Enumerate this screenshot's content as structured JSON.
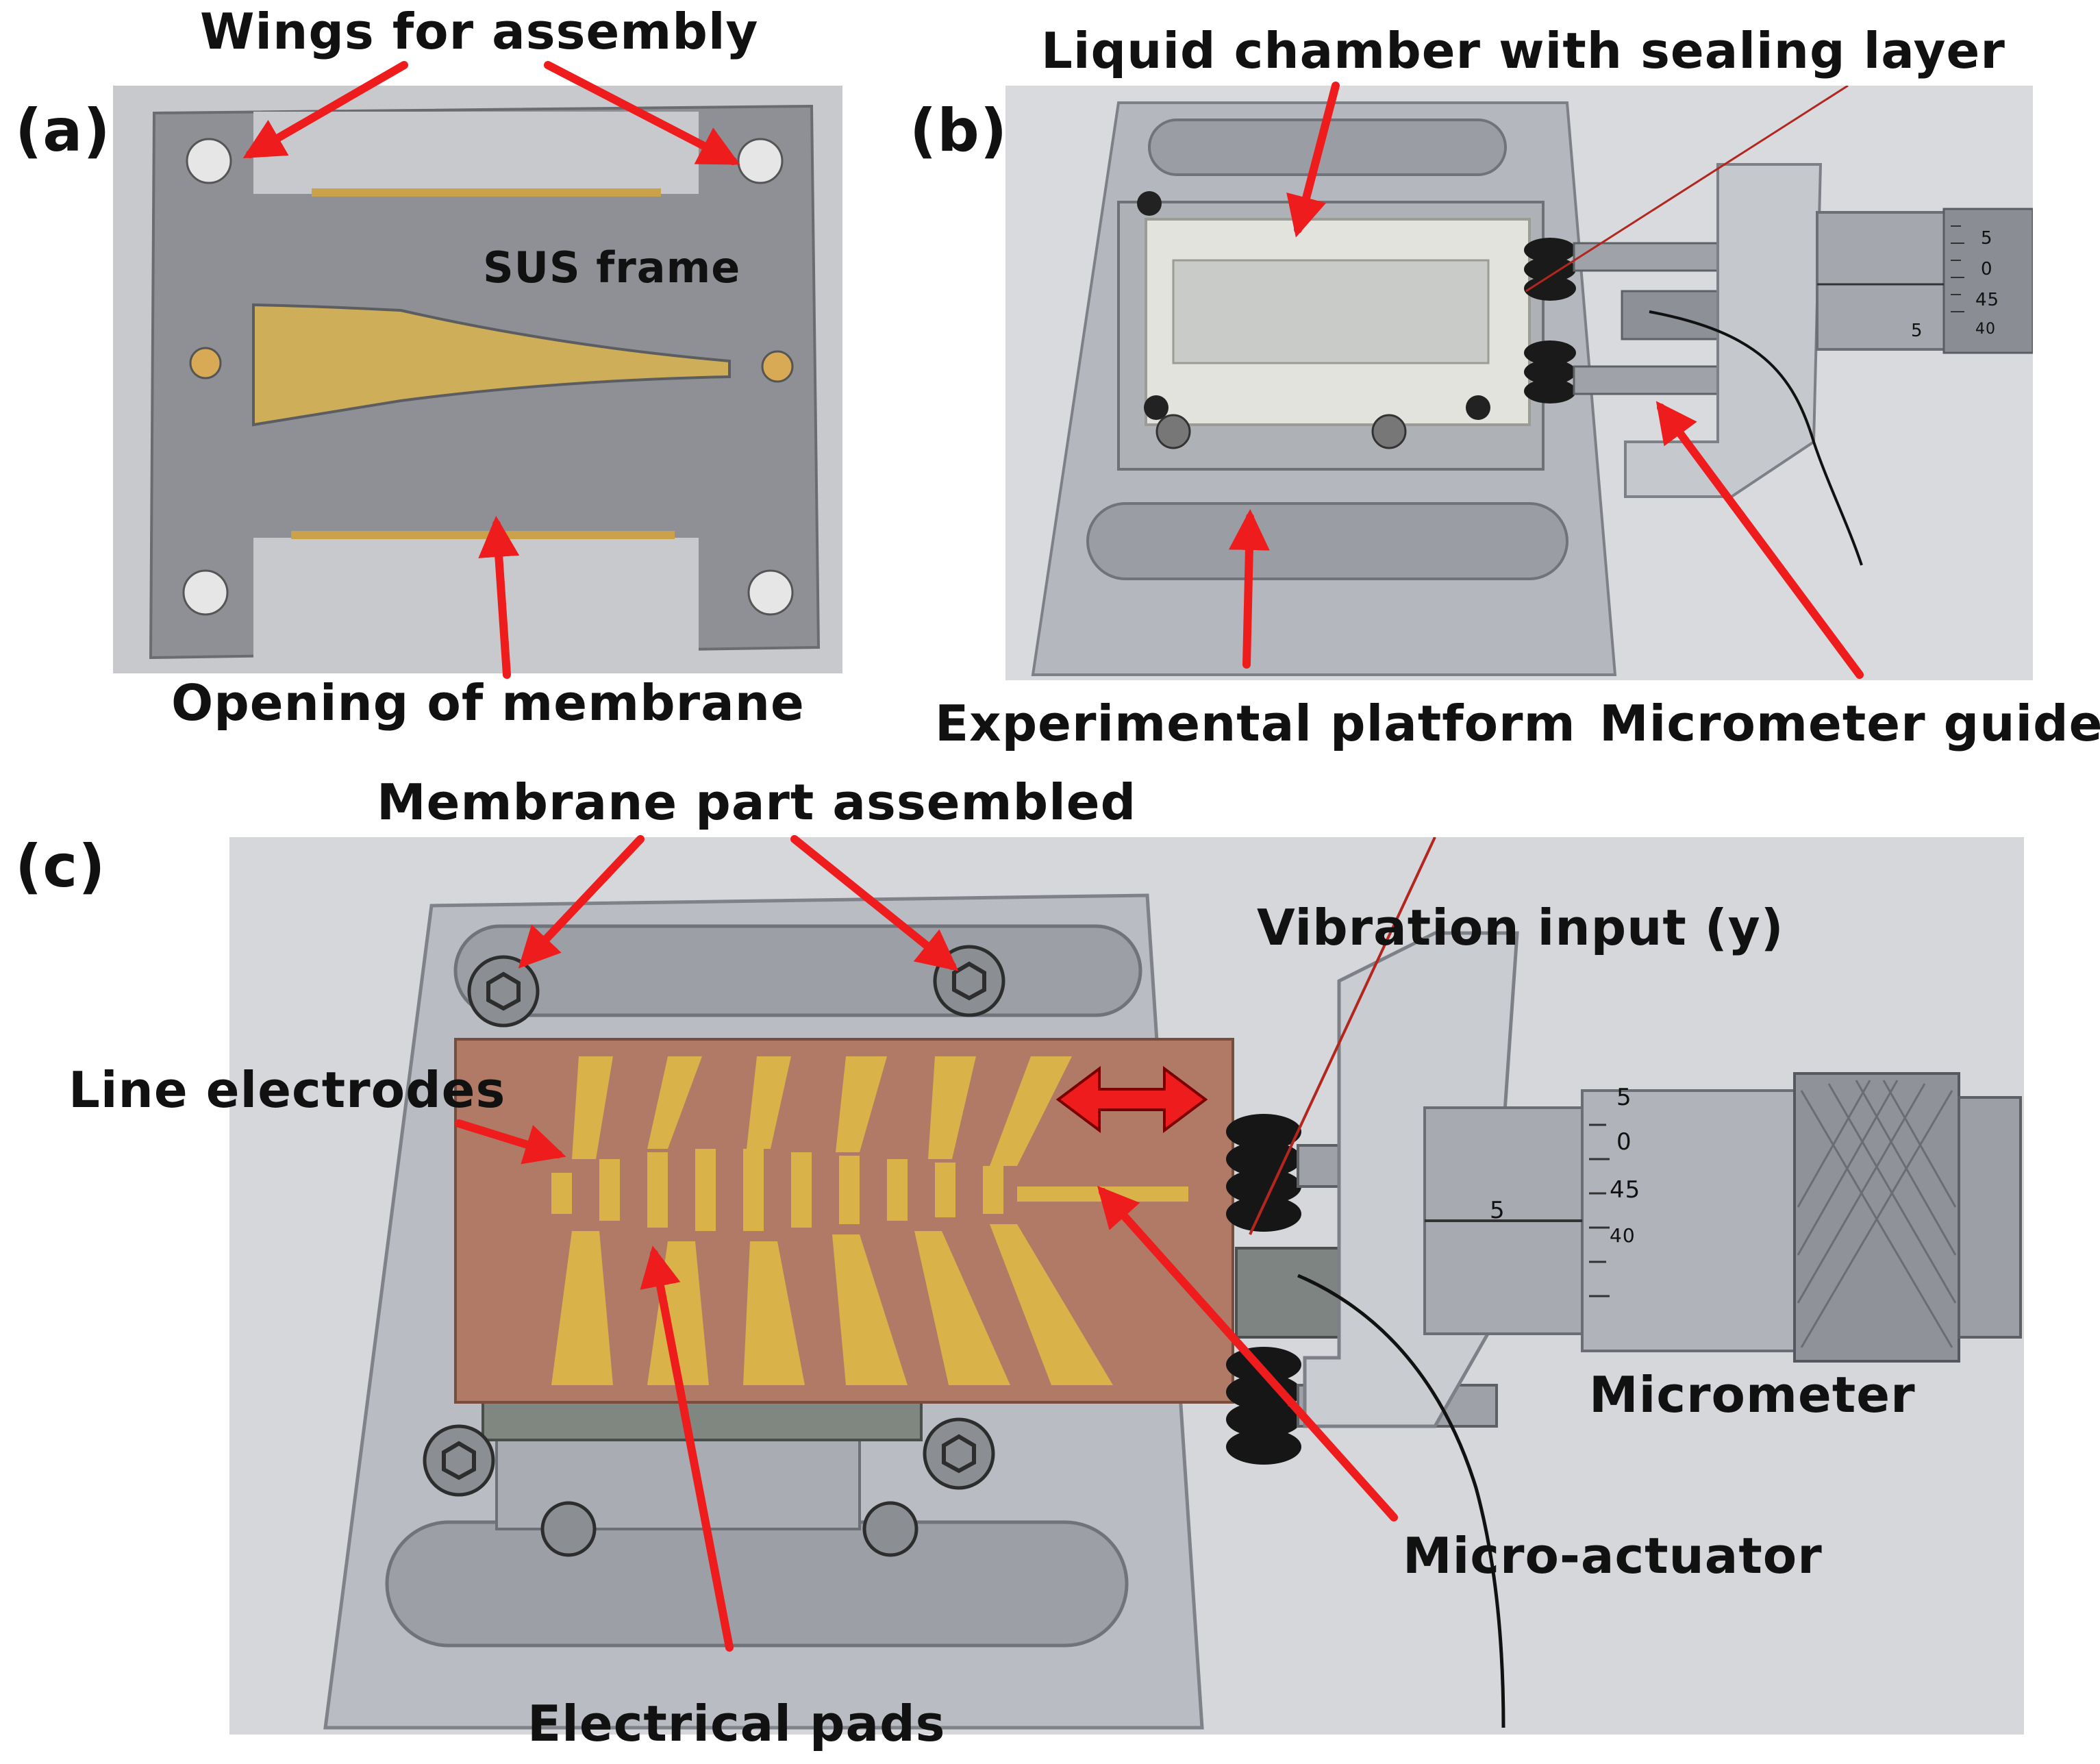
{
  "panels": {
    "a": {
      "letter": "(a)",
      "labels": {
        "wings": "Wings for assembly",
        "frame": "SUS frame",
        "opening": "Opening of membrane"
      }
    },
    "b": {
      "letter": "(b)",
      "labels": {
        "chamber": "Liquid chamber with sealing layer",
        "platform": "Experimental platform",
        "guide": "Micrometer guide"
      },
      "scale_marks": [
        "5",
        "0",
        "45",
        "40",
        "5"
      ]
    },
    "c": {
      "letter": "(c)",
      "labels": {
        "membrane": "Membrane part assembled",
        "vibration": "Vibration input (y)",
        "electrodes": "Line electrodes",
        "micrometer": "Micrometer",
        "actuator": "Micro-actuator",
        "pads": "Electrical pads"
      },
      "scale_marks": [
        "5",
        "0",
        "45",
        "40",
        "5"
      ]
    }
  },
  "colors": {
    "arrow": "#ee1c1c",
    "aluminum": "#b9bcc2",
    "steel": "#8c8e93",
    "kapton": "#b07a66",
    "gold": "#d9b24a",
    "background": "#d5d7db"
  }
}
